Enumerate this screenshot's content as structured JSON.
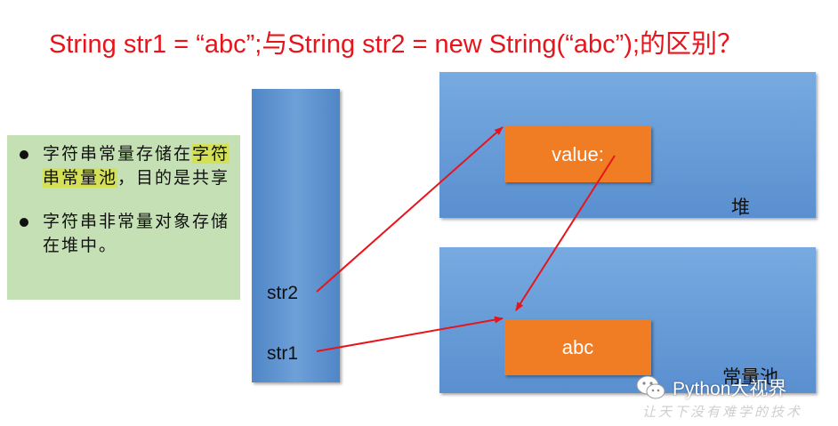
{
  "title": "String str1  = “abc”;与String str2 = new String(“abc”);的区别？",
  "notes": [
    {
      "pre": "字符串常量存储在",
      "highlight": "字符串常量池",
      "post": "，目的是共享"
    },
    {
      "pre": "字符串非常量对象存储在堆中。",
      "highlight": "",
      "post": ""
    }
  ],
  "stack": {
    "slots": [
      "str2",
      "str1"
    ]
  },
  "heap": {
    "label": "堆",
    "cell": "value:"
  },
  "pool": {
    "label": "常量池",
    "cell": "abc"
  },
  "colors": {
    "title": "#e8141c",
    "arrow": "#e8141c",
    "cell": "#f07c24",
    "box": "#5b9bd5",
    "notes_bg": "#c5e0b4"
  },
  "brand": {
    "icon": "wechat-icon",
    "name": "Python大视界",
    "tagline": "让天下没有难学的技术"
  }
}
